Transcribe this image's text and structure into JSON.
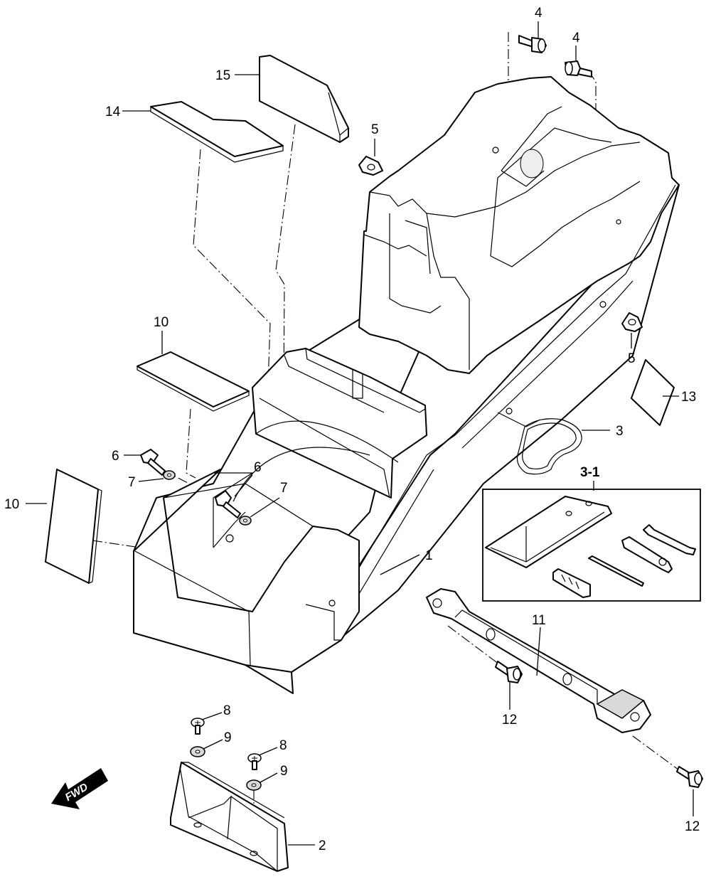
{
  "callouts": {
    "c1": "1",
    "c2": "2",
    "c3": "3",
    "c3_1": "3-1",
    "c4a": "4",
    "c4b": "4",
    "c5a": "5",
    "c5b": "5",
    "c6a": "6",
    "c6b": "6",
    "c7a": "7",
    "c7b": "7",
    "c8a": "8",
    "c8b": "8",
    "c9a": "9",
    "c9b": "9",
    "c10a": "10",
    "c10b": "10",
    "c11": "11",
    "c12a": "12",
    "c12b": "12",
    "c13": "13",
    "c14": "14",
    "c15": "15"
  },
  "direction_arrow": {
    "label": "FWD"
  },
  "colors": {
    "line": "#000000",
    "fill": "#ffffff",
    "shade": "#d9d9d9"
  }
}
